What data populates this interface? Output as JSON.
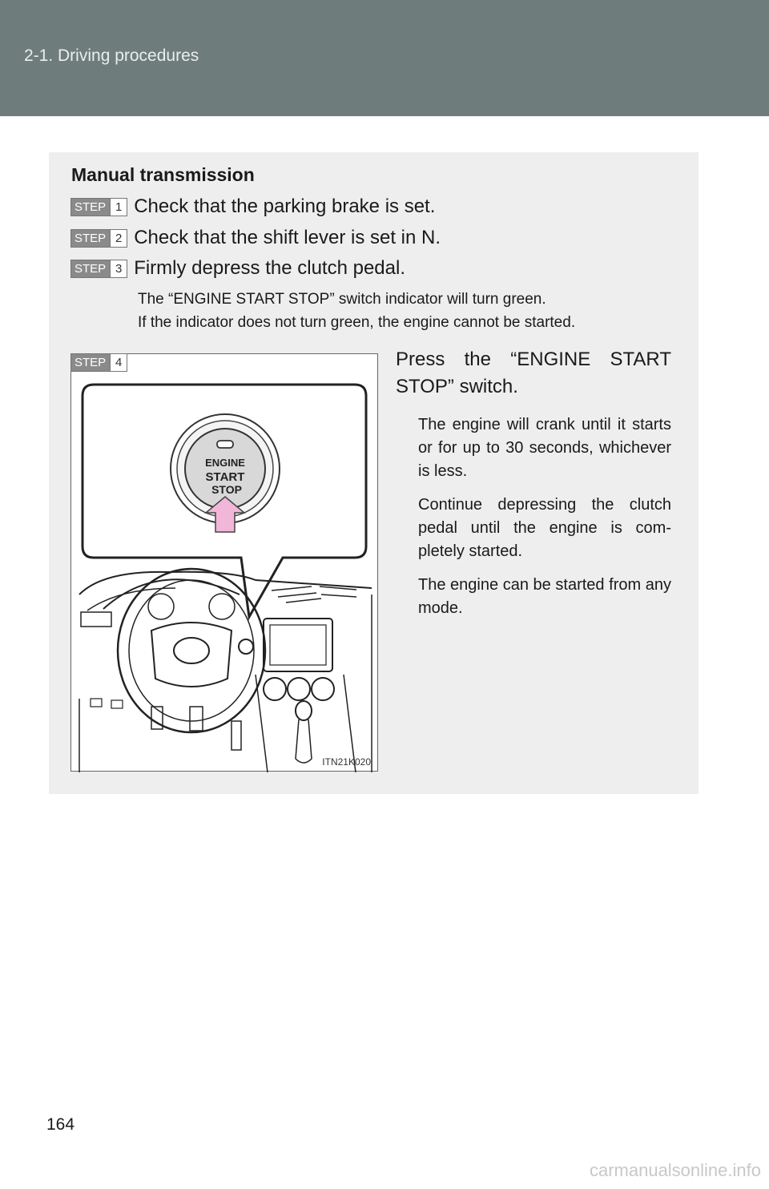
{
  "header": {
    "section": "2-1. Driving procedures"
  },
  "section_title": "Manual transmission",
  "step_word": "STEP",
  "steps": [
    {
      "num": "1",
      "text": "Check that the parking brake is set."
    },
    {
      "num": "2",
      "text": "Check that the shift lever is set in N."
    },
    {
      "num": "3",
      "text": "Firmly depress the clutch pedal."
    }
  ],
  "notes": [
    "The “ENGINE START STOP” switch indicator will turn green.",
    "If the indicator does not turn green, the engine cannot be started."
  ],
  "step4": {
    "num": "4",
    "text": "Press the “ENGINE START STOP” switch.",
    "paragraphs": [
      "The engine will crank until it starts or for up to 30 seconds, whichever is less.",
      "Continue depressing the clutch pedal until the engine is com-pletely started.",
      "The engine can be started from any mode."
    ]
  },
  "figure": {
    "button_lines": [
      "ENGINE",
      "START",
      "STOP"
    ],
    "code": "ITN21K020"
  },
  "page_number": "164",
  "watermark": "carmanualsonline.info"
}
